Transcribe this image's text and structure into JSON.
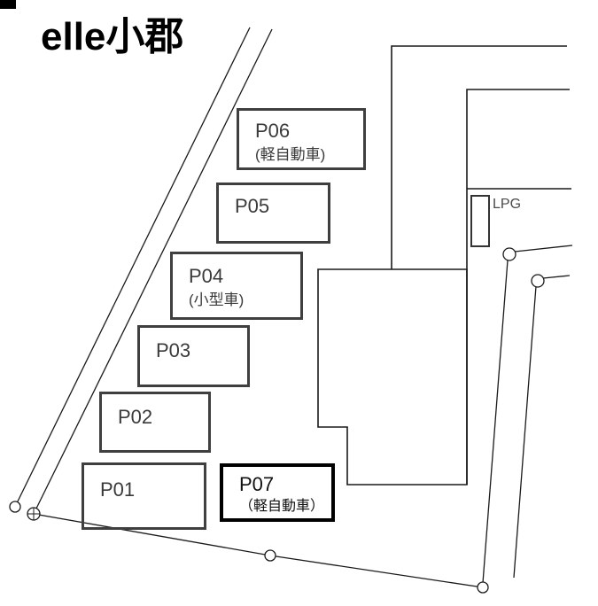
{
  "title": "elle小郡",
  "parking_spots": {
    "p01": {
      "label": "P01"
    },
    "p02": {
      "label": "P02"
    },
    "p03": {
      "label": "P03"
    },
    "p04": {
      "label": "P04",
      "sublabel": "(小型車)"
    },
    "p05": {
      "label": "P05"
    },
    "p06": {
      "label": "P06",
      "sublabel": "(軽自動車)"
    },
    "p07": {
      "label": "P07",
      "sublabel": "（軽自動車）"
    }
  },
  "lpg": {
    "label": "LPG"
  },
  "colors": {
    "background": "#ffffff",
    "line": "#1a1a1a",
    "spot_border": "#3f3f3f",
    "spot_text": "#3a3a3a",
    "highlight_border": "#000000"
  }
}
